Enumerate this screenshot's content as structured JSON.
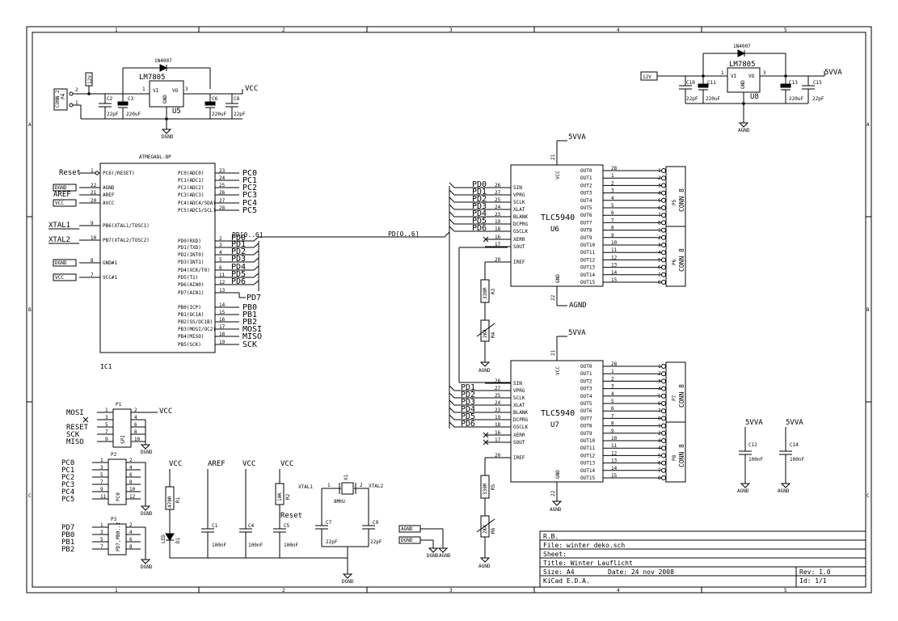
{
  "border": {
    "cols": [
      "1",
      "2",
      "3",
      "4",
      "5"
    ],
    "rows": [
      "A",
      "B",
      "C"
    ]
  },
  "reg1": {
    "diode": "1N4007",
    "name": "LM7805",
    "ref": "U5",
    "vi": "VI",
    "vo": "VO",
    "gnd": "GND",
    "pin1": "1",
    "pin3": "3",
    "conn_label": "CONN_2",
    "conn_ref": "P4",
    "v12": "12V",
    "vcc": "VCC",
    "gnd_net": "DGND",
    "c2": "C2",
    "c3": "C3",
    "c6": "C6",
    "c8": "C8",
    "c2v": "22pF",
    "c3v": "220uF",
    "c6v": "220uF",
    "c8v": "22pF"
  },
  "reg2": {
    "diode": "1N4007",
    "name": "LM7805",
    "ref": "U8",
    "vi": "VI",
    "vo": "VO",
    "gnd": "GND",
    "pin1": "1",
    "pin3": "3",
    "v12": "12V",
    "vout": "5VVA",
    "gnd_net": "AGND",
    "c10": "C10",
    "c11": "C11",
    "c13": "C13",
    "c15": "C15",
    "c10v": "22pF",
    "c11v": "220uF",
    "c13v": "220uF",
    "c15v": "22pF"
  },
  "mcu": {
    "title": "ATMEGA8L-8P",
    "ref": "IC1",
    "left_pins": [
      {
        "net": "Reset",
        "num": "1",
        "name": "PC6(/RESET)"
      },
      {
        "net": "DGND",
        "num": "22",
        "name": "AGND"
      },
      {
        "net": "AREF",
        "num": "21",
        "name": "AREF"
      },
      {
        "net": "VCC",
        "num": "20",
        "name": "AVCC"
      },
      {
        "net": "XTAL1",
        "num": "9",
        "name": "PB6(XTAL1/TOSC1)"
      },
      {
        "net": "XTAL2",
        "num": "10",
        "name": "PB7(XTAL2/TOSC2)"
      },
      {
        "net": "DGND",
        "num": "8",
        "name": "GND#1"
      },
      {
        "net": "VCC",
        "num": "7",
        "name": "VCC#1"
      }
    ],
    "right_pins": [
      {
        "name": "PC0(ADC0)",
        "num": "23",
        "net": "PC0"
      },
      {
        "name": "PC1(ADC1)",
        "num": "24",
        "net": "PC1"
      },
      {
        "name": "PC2(ADC2)",
        "num": "25",
        "net": "PC2"
      },
      {
        "name": "PC3(ADC3)",
        "num": "26",
        "net": "PC3"
      },
      {
        "name": "PC4(ADC4/SDA)",
        "num": "27",
        "net": "PC4"
      },
      {
        "name": "PC5(ADC5/SCL)",
        "num": "28",
        "net": "PC5"
      },
      {
        "name": "PD0(RXD)",
        "num": "2",
        "net": "PD0"
      },
      {
        "name": "PD1(TXD)",
        "num": "3",
        "net": "PD1"
      },
      {
        "name": "PD2(INT0)",
        "num": "4",
        "net": "PD2"
      },
      {
        "name": "PD3(INT1)",
        "num": "5",
        "net": "PD3"
      },
      {
        "name": "PD4(XCK/T0)",
        "num": "6",
        "net": "PD4"
      },
      {
        "name": "PD5(T1)",
        "num": "11",
        "net": "PD5"
      },
      {
        "name": "PD6(AIN0)",
        "num": "12",
        "net": "PD6"
      },
      {
        "name": "PD7(AIN1)",
        "num": "13",
        "net": "PD7"
      },
      {
        "name": "PB0(ICP)",
        "num": "14",
        "net": "PB0"
      },
      {
        "name": "PB1(OC1A)",
        "num": "15",
        "net": "PB1"
      },
      {
        "name": "PB2(SS/OC1B)",
        "num": "16",
        "net": "PB2"
      },
      {
        "name": "PB3(MOSI/OC2)",
        "num": "17",
        "net": "MOSI"
      },
      {
        "name": "PB4(MISO)",
        "num": "18",
        "net": "MISO"
      },
      {
        "name": "PB5(SCK)",
        "num": "19",
        "net": "SCK"
      }
    ],
    "bus_label": "PD[0..6]"
  },
  "tlc": {
    "u6": {
      "name": "TLC5940",
      "ref": "U6",
      "vcc_net": "5VVA",
      "gnd_net": "AGND",
      "conn_top": "CONN_8",
      "conn_top_ref": "P5",
      "conn_bot": "CONN_8",
      "conn_bot_ref": "P6",
      "r1": "R3",
      "r1v": "330R",
      "r2": "R4",
      "r2v": "2K4"
    },
    "u7": {
      "name": "TLC5940",
      "ref": "U7",
      "vcc_net": "5VVA",
      "gnd_net": "AGND",
      "conn_top": "CONN_8",
      "conn_top_ref": "P7",
      "conn_bot": "CONN_8",
      "conn_bot_ref": "P8",
      "r1": "R5",
      "r1v": "330R",
      "r2": "R6",
      "r2v": "2K4"
    },
    "vcc": "VCC",
    "gnd": "GND",
    "vcc_num": "21",
    "gnd_num": "22",
    "outzero_num": "28",
    "left_pins": [
      {
        "name": "SIN",
        "num": "26"
      },
      {
        "name": "VPRG",
        "num": "27"
      },
      {
        "name": "SCLK",
        "num": "25"
      },
      {
        "name": "XLAT",
        "num": "24"
      },
      {
        "name": "BLANK",
        "num": "23"
      },
      {
        "name": "DCPRG",
        "num": "19"
      },
      {
        "name": "GSCLK",
        "num": "18"
      },
      {
        "name": "XERR",
        "num": "16"
      },
      {
        "name": "SOUT",
        "num": "17"
      },
      {
        "name": "IREF",
        "num": "20"
      }
    ],
    "outputs": [
      "OUT0",
      "OUT1",
      "OUT2",
      "OUT3",
      "OUT4",
      "OUT5",
      "OUT6",
      "OUT7",
      "OUT8",
      "OUT9",
      "OUT10",
      "OUT11",
      "OUT12",
      "OUT13",
      "OUT14",
      "OUT15"
    ],
    "output_nums": [
      "28",
      "1",
      "2",
      "3",
      "4",
      "5",
      "6",
      "7",
      "8",
      "9",
      "10",
      "11",
      "12",
      "13",
      "14",
      "15"
    ],
    "conn_pins": [
      "1",
      "2",
      "3",
      "4",
      "5",
      "6",
      "7",
      "8"
    ],
    "u6_nets": [
      "PD0",
      "PD1",
      "PD2",
      "PD3",
      "PD4",
      "PD5",
      "PD6"
    ],
    "u7_nets": [
      "PD1",
      "PD2",
      "PD3",
      "PD4",
      "PD5",
      "PD6"
    ]
  },
  "p1": {
    "ref": "P1",
    "label": "SPI",
    "vcc": "VCC",
    "gnd": "DGND",
    "left_nets": [
      "MOSI",
      "",
      "RESET",
      "SCK",
      "MISO"
    ],
    "left_nums": [
      "1",
      "3",
      "5",
      "7",
      "9"
    ],
    "right_nums": [
      "2",
      "4",
      "6",
      "8",
      "10"
    ]
  },
  "p2": {
    "ref": "P2",
    "label": "PC0",
    "gnd": "DGND",
    "nets": [
      "PC0",
      "PC1",
      "PC2",
      "PC3",
      "PC4",
      "PC5"
    ],
    "left_nums": [
      "1",
      "3",
      "5",
      "7",
      "9",
      "11"
    ],
    "right_nums": [
      "2",
      "4",
      "6",
      "8",
      "10",
      "12"
    ]
  },
  "p3": {
    "ref": "P3",
    "label": "PD7,PB0..2",
    "gnd": "DGND",
    "nets": [
      "PD7",
      "PB0",
      "PB1",
      "PB2"
    ],
    "left_nums": [
      "1",
      "3",
      "5",
      "7"
    ],
    "right_nums": [
      "2",
      "4",
      "6",
      "8"
    ]
  },
  "misc": {
    "vcc": "VCC",
    "aref": "AREF",
    "reset": "Reset",
    "xtal1": "XTAL1",
    "xtal2": "XTAL2",
    "x1": "X1",
    "xfreq": "8MHz",
    "r1": "R1",
    "r1v": "470R",
    "r2": "R2",
    "r2v": "10K",
    "d1": "D1",
    "d1l": "LED",
    "c1": "C1",
    "c1v": "100nF",
    "c4": "C4",
    "c4v": "100nF",
    "c5": "C5",
    "c5v": "100nF",
    "c7": "C7",
    "c7v": "22pF",
    "c9": "C9",
    "c9v": "22pF",
    "c12": "C12",
    "c12v": "100nF",
    "c14": "C14",
    "c14v": "100nF",
    "vva": "5VVA",
    "agnd": "AGND",
    "dgnd": "DGND"
  },
  "titleblock": {
    "company": "R.B.",
    "file": "File: winter_deko.sch",
    "sheet": "Sheet:",
    "title": "Title: Winter Lauflicht",
    "size": "Size: A4",
    "date": "Date: 24 nov 2008",
    "rev": "Rev: 1.0",
    "kicad": "KiCad E.D.A.",
    "id": "Id: 1/1"
  }
}
